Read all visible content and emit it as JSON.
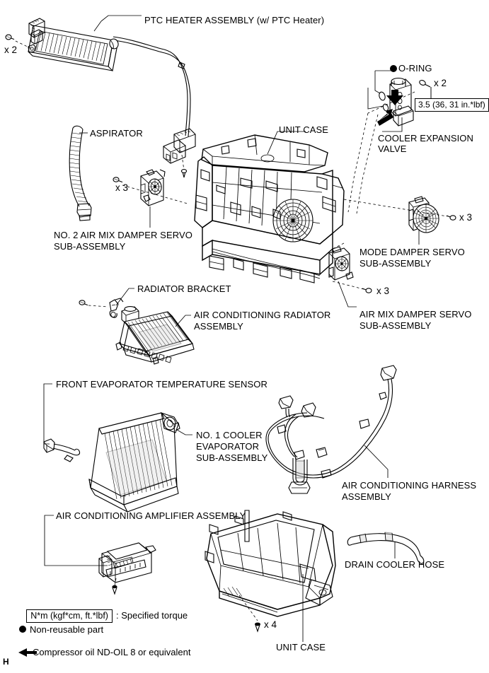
{
  "document": {
    "type": "exploded-parts-diagram",
    "corner_mark": "H"
  },
  "labels": {
    "ptc_heater": "PTC HEATER ASSEMBLY (w/ PTC Heater)",
    "aspirator": "ASPIRATOR",
    "unit_case_top": "UNIT CASE",
    "o_ring": "O-RING",
    "cooler_expansion_valve_l1": "COOLER EXPANSION",
    "cooler_expansion_valve_l2": "VALVE",
    "no2_air_mix_servo_l1": "NO. 2 AIR MIX DAMPER SERVO",
    "no2_air_mix_servo_l2": "SUB-ASSEMBLY",
    "mode_damper_servo_l1": "MODE DAMPER SERVO",
    "mode_damper_servo_l2": "SUB-ASSEMBLY",
    "air_mix_servo_l1": "AIR MIX DAMPER SERVO",
    "air_mix_servo_l2": "SUB-ASSEMBLY",
    "radiator_bracket": "RADIATOR BRACKET",
    "ac_radiator_l1": "AIR CONDITIONING RADIATOR",
    "ac_radiator_l2": "ASSEMBLY",
    "front_evap_temp_sensor": "FRONT EVAPORATOR TEMPERATURE SENSOR",
    "no1_cooler_evap_l1": "NO. 1 COOLER",
    "no1_cooler_evap_l2": "EVAPORATOR",
    "no1_cooler_evap_l3": "SUB-ASSEMBLY",
    "ac_harness_l1": "AIR CONDITIONING HARNESS",
    "ac_harness_l2": "ASSEMBLY",
    "ac_amplifier": "AIR CONDITIONING AMPLIFIER ASSEMBLY",
    "drain_cooler_hose": "DRAIN COOLER HOSE",
    "unit_case_bottom": "UNIT CASE"
  },
  "quantities": {
    "ptc_bolts": "x 2",
    "expansion_valve_bolts": "x 2",
    "no2_servo_screws": "x 3",
    "mode_servo_screws": "x 3",
    "air_mix_servo_screws": "x 3",
    "unit_case_bolts": "x 4"
  },
  "torque": {
    "expansion_valve": "3.5 (36, 31 in.*lbf)"
  },
  "legend": {
    "torque_symbol": "N*m (kgf*cm, ft.*lbf)",
    "torque_meaning": ": Specified torque",
    "non_reusable": "Non-reusable part",
    "compressor_oil": "Compressor oil ND-OIL 8 or equivalent"
  },
  "colors": {
    "line": "#000000",
    "background": "#ffffff",
    "shade_light": "#e9e9e9",
    "shade_mid": "#d2d2d2"
  }
}
